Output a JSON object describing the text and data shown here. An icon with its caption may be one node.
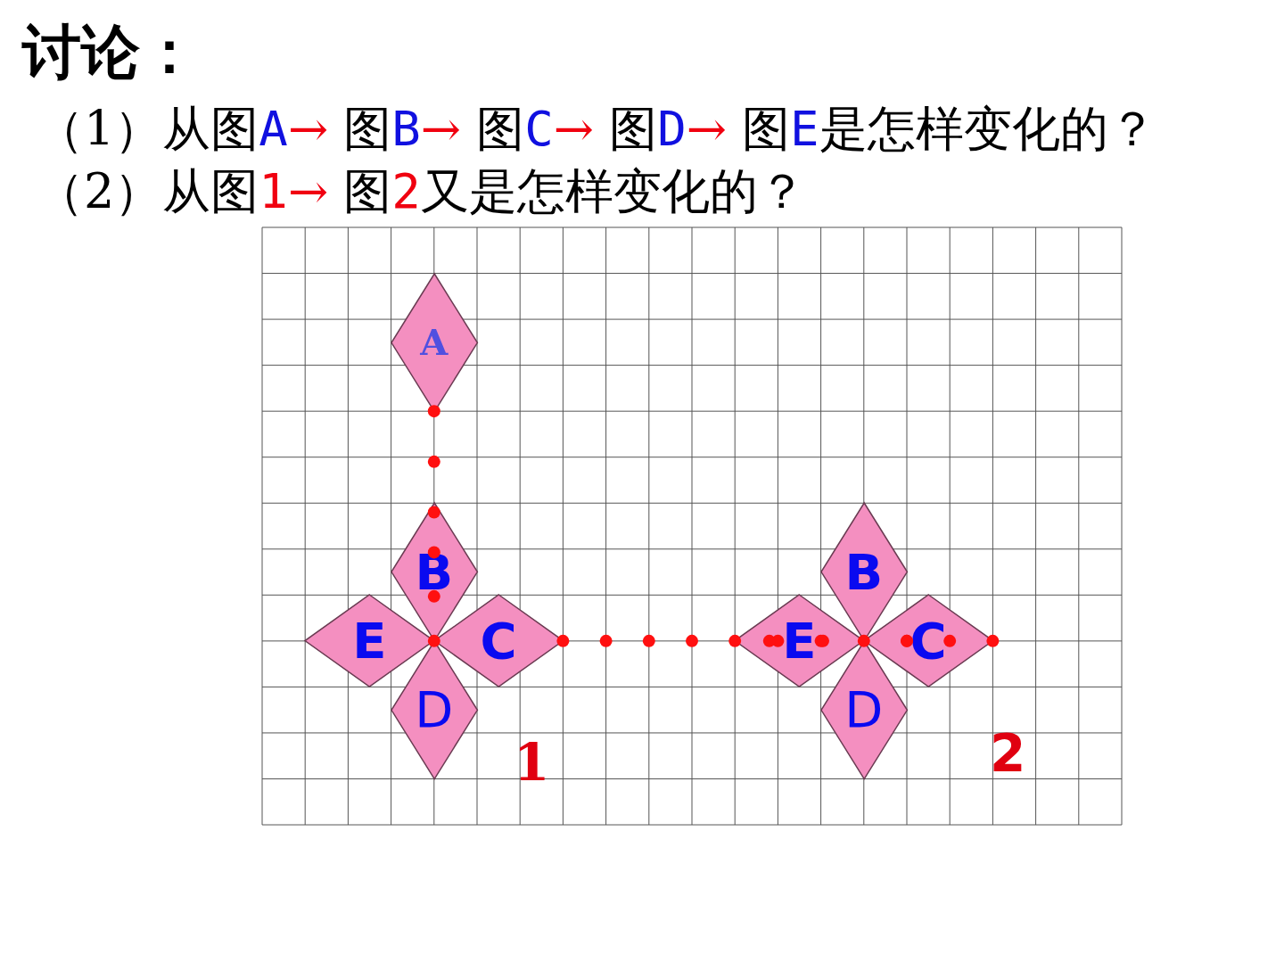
{
  "diagram": {
    "title": "讨论：",
    "nodes": [
      {
        "text": [
          "A"
        ]
      },
      {
        "text": [
          "B"
        ]
      },
      {
        "text": [
          "E"
        ]
      },
      {
        "text": [
          "C"
        ]
      },
      {
        "text": [
          "D"
        ]
      },
      {
        "text": [
          "B"
        ]
      },
      {
        "text": [
          "E"
        ]
      },
      {
        "text": [
          "C"
        ]
      },
      {
        "text": [
          "D"
        ]
      }
    ],
    "labels": [
      "（1）从图A→ 图B→ 图C→ 图D→ 图E是怎样变化的？（2）从图1→ 图2又是怎样变化的？",
      "1",
      "2"
    ]
  }
}
